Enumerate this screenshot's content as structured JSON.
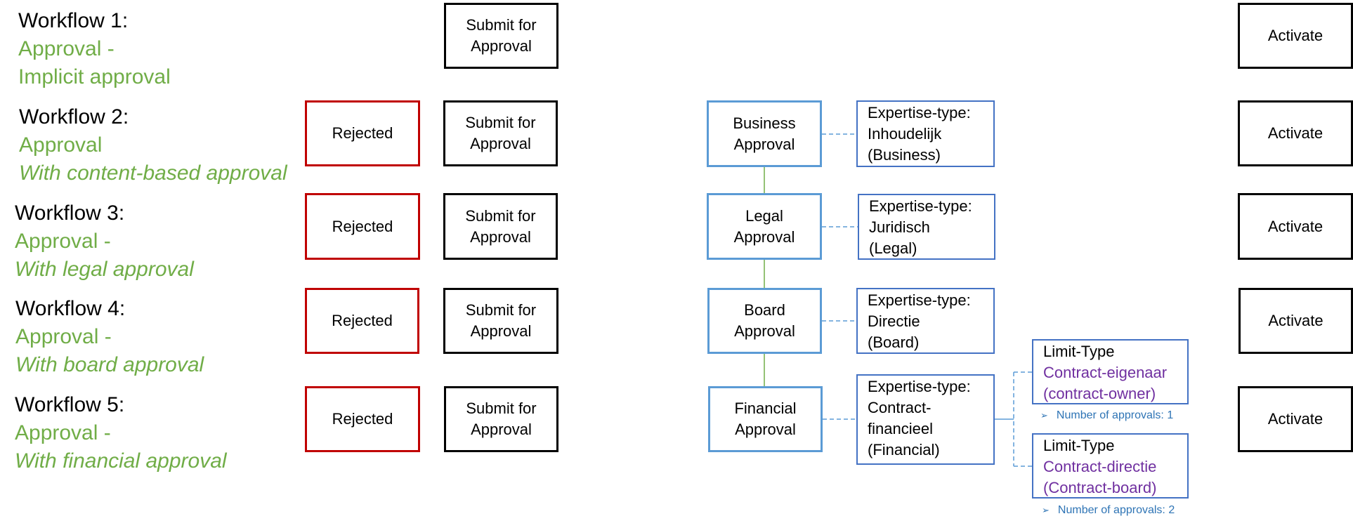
{
  "workflows": [
    {
      "title": "Workflow 1:",
      "line1": "Approval -",
      "line2": "Implicit approval"
    },
    {
      "title": "Workflow 2:",
      "line1": "Approval",
      "line2": "With content-based approval"
    },
    {
      "title": "Workflow 3:",
      "line1": "Approval -",
      "line2": "With legal approval"
    },
    {
      "title": "Workflow 4:",
      "line1": "Approval -",
      "line2": "With board approval"
    },
    {
      "title": "Workflow 5:",
      "line1": "Approval -",
      "line2": "With financial approval"
    }
  ],
  "nodes": {
    "rejected": "Rejected",
    "submit": {
      "line1": "Submit for",
      "line2": "Approval"
    },
    "activate": "Activate",
    "business": {
      "line1": "Business",
      "line2": "Approval"
    },
    "legal": {
      "line1": "Legal",
      "line2": "Approval"
    },
    "board": {
      "line1": "Board",
      "line2": "Approval"
    },
    "financial": {
      "line1": "Financial",
      "line2": "Approval"
    }
  },
  "expertise": [
    {
      "lines": [
        "Expertise-type:",
        "Inhoudelijk",
        "(Business)"
      ]
    },
    {
      "lines": [
        "Expertise-type:",
        "Juridisch",
        "(Legal)"
      ]
    },
    {
      "lines": [
        "Expertise-type:",
        "Directie",
        "(Board)"
      ]
    },
    {
      "lines": [
        "Expertise-type:",
        "Contract-",
        "financieel",
        "(Financial)"
      ]
    }
  ],
  "limits": [
    {
      "title": "Limit-Type",
      "line1": "Contract-eigenaar",
      "line2": "(contract-owner)",
      "note": "Number of approvals: 1"
    },
    {
      "title": "Limit-Type",
      "line1": "Contract-directie",
      "line2": "(Contract-board)",
      "note": "Number of approvals: 2"
    }
  ],
  "colors": {
    "green": "#70ad47",
    "red": "#c00000",
    "blue": "#5b9bd5",
    "darkblue": "#4472c4",
    "purple": "#7030a0"
  },
  "icons": {
    "note_bullet": "arrowhead-bullet-icon"
  }
}
